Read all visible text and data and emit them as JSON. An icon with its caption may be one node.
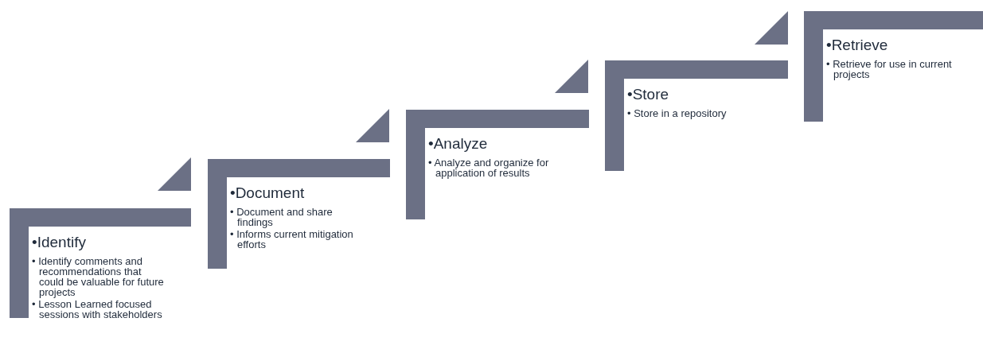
{
  "diagram": {
    "nodes": [
      {
        "text": [
          "•Identify",
          "• Identify comments and recommendations that could be valuable for future projects",
          "• Lesson Learned focused sessions with stakeholders"
        ]
      },
      {
        "text": [
          "•Document",
          "• Document and share findings",
          "• Informs current mitigation efforts"
        ]
      },
      {
        "text": [
          "•Analyze",
          "• Analyze and organize for application of results"
        ]
      },
      {
        "text": [
          "•Store",
          "• Store in a repository"
        ]
      },
      {
        "text": [
          "•Retrieve",
          "• Retrieve for use in current projects"
        ]
      }
    ]
  }
}
